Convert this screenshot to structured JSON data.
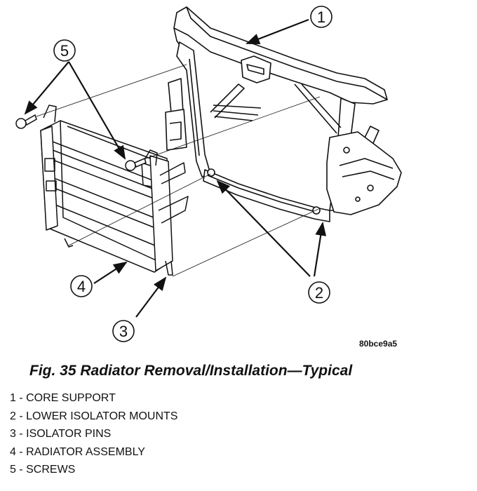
{
  "diagram": {
    "part_code": "80bce9a5",
    "callouts": [
      "1",
      "2",
      "3",
      "4",
      "5"
    ]
  },
  "caption": "Fig. 35 Radiator Removal/Installation—Typical",
  "legend": [
    "1 - CORE SUPPORT",
    "2 - LOWER ISOLATOR MOUNTS",
    "3 - ISOLATOR PINS",
    "4 - RADIATOR ASSEMBLY",
    "5 - SCREWS"
  ]
}
